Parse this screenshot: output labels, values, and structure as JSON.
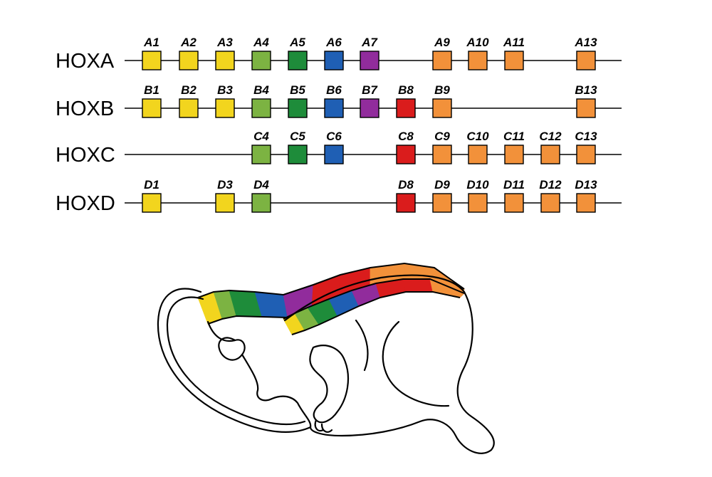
{
  "colors": {
    "yellow": "#F2D51E",
    "lightgreen": "#7CB342",
    "green": "#1E8C3A",
    "blue": "#1F5FB4",
    "purple": "#912C9C",
    "red": "#DA1C1C",
    "orange": "#F2913A",
    "line": "#000000"
  },
  "paralog_groups": [
    {
      "group": 1,
      "color": "yellow"
    },
    {
      "group": 2,
      "color": "yellow"
    },
    {
      "group": 3,
      "color": "yellow"
    },
    {
      "group": 4,
      "color": "lightgreen"
    },
    {
      "group": 5,
      "color": "green"
    },
    {
      "group": 6,
      "color": "blue"
    },
    {
      "group": 7,
      "color": "purple"
    },
    {
      "group": 8,
      "color": "red"
    },
    {
      "group": 9,
      "color": "orange"
    },
    {
      "group": 10,
      "color": "orange"
    },
    {
      "group": 11,
      "color": "orange"
    },
    {
      "group": 12,
      "color": "orange"
    },
    {
      "group": 13,
      "color": "orange"
    }
  ],
  "clusters": [
    {
      "name": "HOXA",
      "genes": [
        {
          "label": "A1",
          "group": 1
        },
        {
          "label": "A2",
          "group": 2
        },
        {
          "label": "A3",
          "group": 3
        },
        {
          "label": "A4",
          "group": 4
        },
        {
          "label": "A5",
          "group": 5
        },
        {
          "label": "A6",
          "group": 6
        },
        {
          "label": "A7",
          "group": 7
        },
        {
          "label": "A9",
          "group": 9
        },
        {
          "label": "A10",
          "group": 10
        },
        {
          "label": "A11",
          "group": 11
        },
        {
          "label": "A13",
          "group": 13
        }
      ]
    },
    {
      "name": "HOXB",
      "genes": [
        {
          "label": "B1",
          "group": 1
        },
        {
          "label": "B2",
          "group": 2
        },
        {
          "label": "B3",
          "group": 3
        },
        {
          "label": "B4",
          "group": 4
        },
        {
          "label": "B5",
          "group": 5
        },
        {
          "label": "B6",
          "group": 6
        },
        {
          "label": "B7",
          "group": 7
        },
        {
          "label": "B8",
          "group": 8
        },
        {
          "label": "B9",
          "group": 9
        },
        {
          "label": "B13",
          "group": 13
        }
      ]
    },
    {
      "name": "HOXC",
      "genes": [
        {
          "label": "C4",
          "group": 4
        },
        {
          "label": "C5",
          "group": 5
        },
        {
          "label": "C6",
          "group": 6
        },
        {
          "label": "C8",
          "group": 8
        },
        {
          "label": "C9",
          "group": 9
        },
        {
          "label": "C10",
          "group": 10
        },
        {
          "label": "C11",
          "group": 11
        },
        {
          "label": "C12",
          "group": 12
        },
        {
          "label": "C13",
          "group": 13
        }
      ]
    },
    {
      "name": "HOXD",
      "genes": [
        {
          "label": "D1",
          "group": 1
        },
        {
          "label": "D3",
          "group": 3
        },
        {
          "label": "D4",
          "group": 4
        },
        {
          "label": "D8",
          "group": 8
        },
        {
          "label": "D9",
          "group": 9
        },
        {
          "label": "D10",
          "group": 10
        },
        {
          "label": "D11",
          "group": 11
        },
        {
          "label": "D12",
          "group": 12
        },
        {
          "label": "D13",
          "group": 13
        }
      ]
    }
  ],
  "embryo": {
    "outer_band_colors": [
      "yellow",
      "lightgreen",
      "green",
      "blue",
      "purple",
      "red",
      "orange"
    ],
    "inner_band_colors": [
      "yellow",
      "lightgreen",
      "green",
      "blue",
      "purple",
      "red",
      "orange"
    ]
  }
}
